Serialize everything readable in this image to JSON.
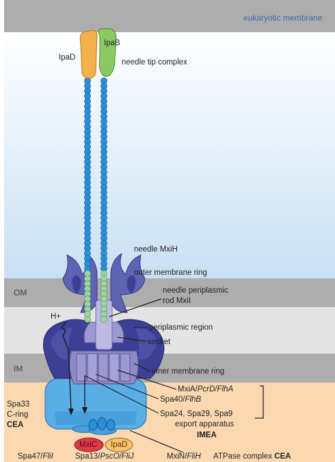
{
  "regions": {
    "eukaryotic_membrane": "eukaryotic membrane",
    "om": "OM",
    "im": "IM"
  },
  "labels": {
    "ipad_tip": "IpaD",
    "ipab_tip": "IpaB",
    "needle_tip_complex": "needle tip complex",
    "needle": "needle MxiH",
    "outer_membrane_ring": "outer membrane ring",
    "rod_line1": "needle periplasmic",
    "rod_line2": "rod MxiI",
    "h_plus": "H+",
    "periplasmic_region": "periplasmic region",
    "socket": "socket",
    "inner_membrane_ring": "inner membrane ring",
    "mxia_pre": "MxiA/",
    "mxia_it": "PcrD/FlhA",
    "spa40_pre": "Spa40/",
    "spa40_it": "FlhB",
    "spa24_line": "Spa24, Spa29, Spa9",
    "export_apparatus": "export apparatus",
    "imea": "IMEA",
    "spa33": "Spa33",
    "c_ring": "C-ring",
    "cea": "CEA",
    "mxic": "MxiC",
    "ipad_bottom": "IpaD",
    "spa47_pre": "Spa47/",
    "spa47_it": "FliI",
    "spa13_pre": "Spa13/",
    "spa13_it": "PscO/FliJ",
    "mxin_pre": "MxiN/",
    "mxin_it": "FliH",
    "atpase_text": "ATPase complex",
    "atpase_cea": "CEA"
  },
  "colors": {
    "membrane_gray": "#adadad",
    "periplasm_gray": "#e4e4e4",
    "cytoplasm_peach": "#fad8b0",
    "extracellular_top": "#ffffff",
    "extracellular_bottom": "#c8e0f3",
    "ipad_orange": "#f4b04a",
    "ipab_green": "#8cc963",
    "needle_blue": "#2b8fd6",
    "rod_green": "#9fd3a4",
    "ring_dark": "#3c3f95",
    "ring_mid": "#5f63b4",
    "ring_light": "#9c98d2",
    "cring_blue": "#5aaee6",
    "mxic_red": "#e0394a",
    "ipad_bottom_fill": "#f6c46e"
  }
}
